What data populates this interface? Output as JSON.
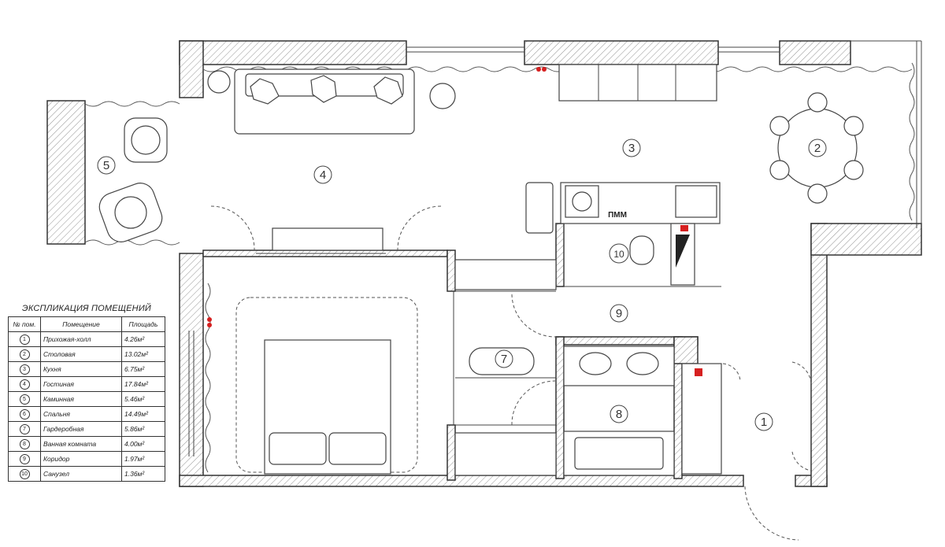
{
  "legend": {
    "title": "ЭКСПЛИКАЦИЯ ПОМЕЩЕНИЙ",
    "headers": {
      "num": "№ пом.",
      "room": "Помещение",
      "area": "Площадь"
    },
    "rows": [
      {
        "num": "1",
        "room": "Прихожая-холл",
        "area": "4.26м²"
      },
      {
        "num": "2",
        "room": "Столовая",
        "area": "13.02м²"
      },
      {
        "num": "3",
        "room": "Кухня",
        "area": "6.75м²"
      },
      {
        "num": "4",
        "room": "Гостиная",
        "area": "17.84м²"
      },
      {
        "num": "5",
        "room": "Каминная",
        "area": "5.46м²"
      },
      {
        "num": "6",
        "room": "Спальня",
        "area": "14.49м²"
      },
      {
        "num": "7",
        "room": "Гардеробная",
        "area": "5.86м²"
      },
      {
        "num": "8",
        "room": "Ванная комната",
        "area": "4.00м²"
      },
      {
        "num": "9",
        "room": "Коридор",
        "area": "1.97м²"
      },
      {
        "num": "10",
        "room": "Санузел",
        "area": "1.36м²"
      }
    ]
  },
  "plan": {
    "room_labels": [
      "1",
      "2",
      "3",
      "4",
      "5",
      "7",
      "8",
      "9",
      "10"
    ],
    "kitchen_label": "ПММ",
    "accent_color": "#d62020",
    "line_color": "#333333"
  }
}
